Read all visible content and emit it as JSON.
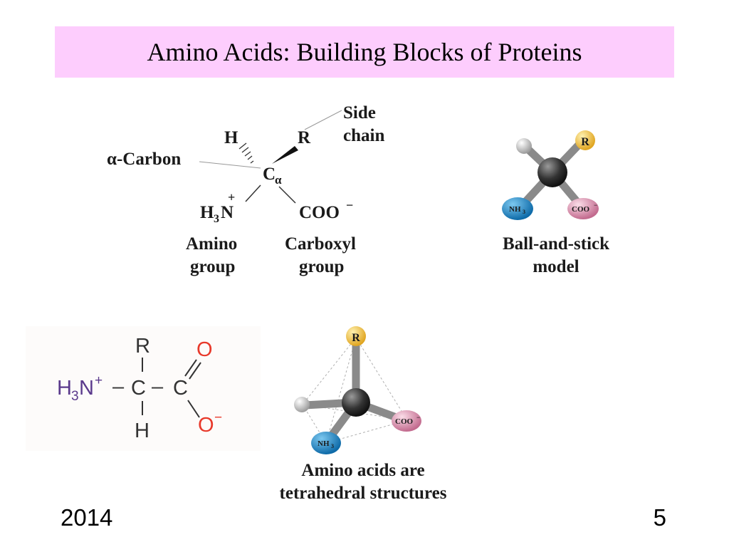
{
  "slide": {
    "title": "Amino Acids: Building Blocks of Proteins",
    "footer_left": "2014",
    "footer_right": "5"
  },
  "structure": {
    "side_chain_line1": "Side",
    "side_chain_line2": "chain",
    "alpha_carbon_label": "α-Carbon",
    "h_atom": "H",
    "r_group": "R",
    "c_alpha": "C",
    "c_alpha_sub": "α",
    "amino_h": "H",
    "amino_sub": "3",
    "amino_n": "N",
    "amino_plus": "+",
    "carboxyl_formula": "COO",
    "carboxyl_charge": "−",
    "amino_group_line1": "Amino",
    "amino_group_line2": "group",
    "carboxyl_group_line1": "Carboxyl",
    "carboxyl_group_line2": "group"
  },
  "ball_stick": {
    "r_label": "R",
    "nh3_label": "NH",
    "nh3_sub": "3",
    "coo_label": "COO",
    "coo_charge": "−",
    "caption_line1": "Ball-and-stick",
    "caption_line2": "model"
  },
  "skeletal": {
    "r": "R",
    "h_bottom": "H",
    "amino_h": "H",
    "amino_sub": "3",
    "amino_n": "N",
    "amino_plus": "+",
    "bond_dash": "–",
    "c_left": "C",
    "c_right": "C",
    "o_top": "O",
    "o_bottom": "O",
    "o_minus": "−"
  },
  "tetrahedral": {
    "r_label": "R",
    "nh3_label": "NH",
    "nh3_sub": "3",
    "coo_label": "COO",
    "coo_charge": "−",
    "caption_line1": "Amino acids are",
    "caption_line2": "tetrahedral structures"
  },
  "colors": {
    "title_bg": "#fdcdfd",
    "nh3_ball": "#1a86c8",
    "coo_ball": "#d98aa8",
    "r_ball": "#f2c23a",
    "h_ball": "#d8d8d8",
    "carbon_ball": "#333333",
    "oxygen_text": "#e8392b",
    "amino_text": "#5b3a8c"
  }
}
